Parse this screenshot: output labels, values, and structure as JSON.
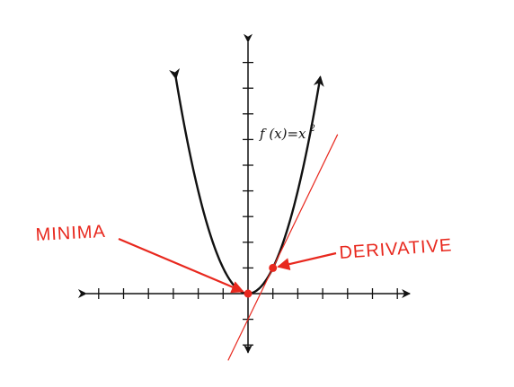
{
  "chart_data": {
    "type": "line",
    "title": "",
    "xlabel": "",
    "ylabel": "",
    "xlim": [
      -6.5,
      6.5
    ],
    "ylim": [
      -2.3,
      9.8
    ],
    "grid": false,
    "curve_label": {
      "prefix": "f (x)=x",
      "exponent": "2"
    },
    "series": [
      {
        "function": "x^2",
        "color": "#111111",
        "x": [
          -2.9,
          -2.5,
          -2.0,
          -1.5,
          -1.0,
          -0.5,
          0,
          0.5,
          1.0,
          1.5,
          2.0,
          2.5,
          2.9
        ],
        "y": [
          8.41,
          6.25,
          4.0,
          2.25,
          1.0,
          0.25,
          0,
          0.25,
          1.0,
          2.25,
          4.0,
          6.25,
          8.41
        ]
      },
      {
        "function": "tangent at x=1 (y = 2x - 1)",
        "color": "#e8281e",
        "x": [
          -0.8,
          3.6
        ],
        "y": [
          -2.6,
          6.2
        ]
      }
    ],
    "points": [
      {
        "name": "minima-point",
        "x": 0,
        "y": 0,
        "color": "#e8281e"
      },
      {
        "name": "derivative-point",
        "x": 1,
        "y": 1,
        "color": "#e8281e"
      }
    ],
    "annotations": [
      {
        "name": "minima",
        "text": "MINIMA",
        "color": "#e8281e",
        "target": "minima-point"
      },
      {
        "name": "derivative",
        "text": "DERIVATIVE",
        "color": "#e8281e",
        "target": "derivative-point"
      }
    ],
    "x_ticks": [
      -6,
      -5,
      -4,
      -3,
      -2,
      -1,
      1,
      2,
      3,
      4,
      5,
      6
    ],
    "y_ticks": [
      -2,
      -1,
      1,
      2,
      3,
      4,
      5,
      6,
      7,
      8,
      9
    ]
  }
}
